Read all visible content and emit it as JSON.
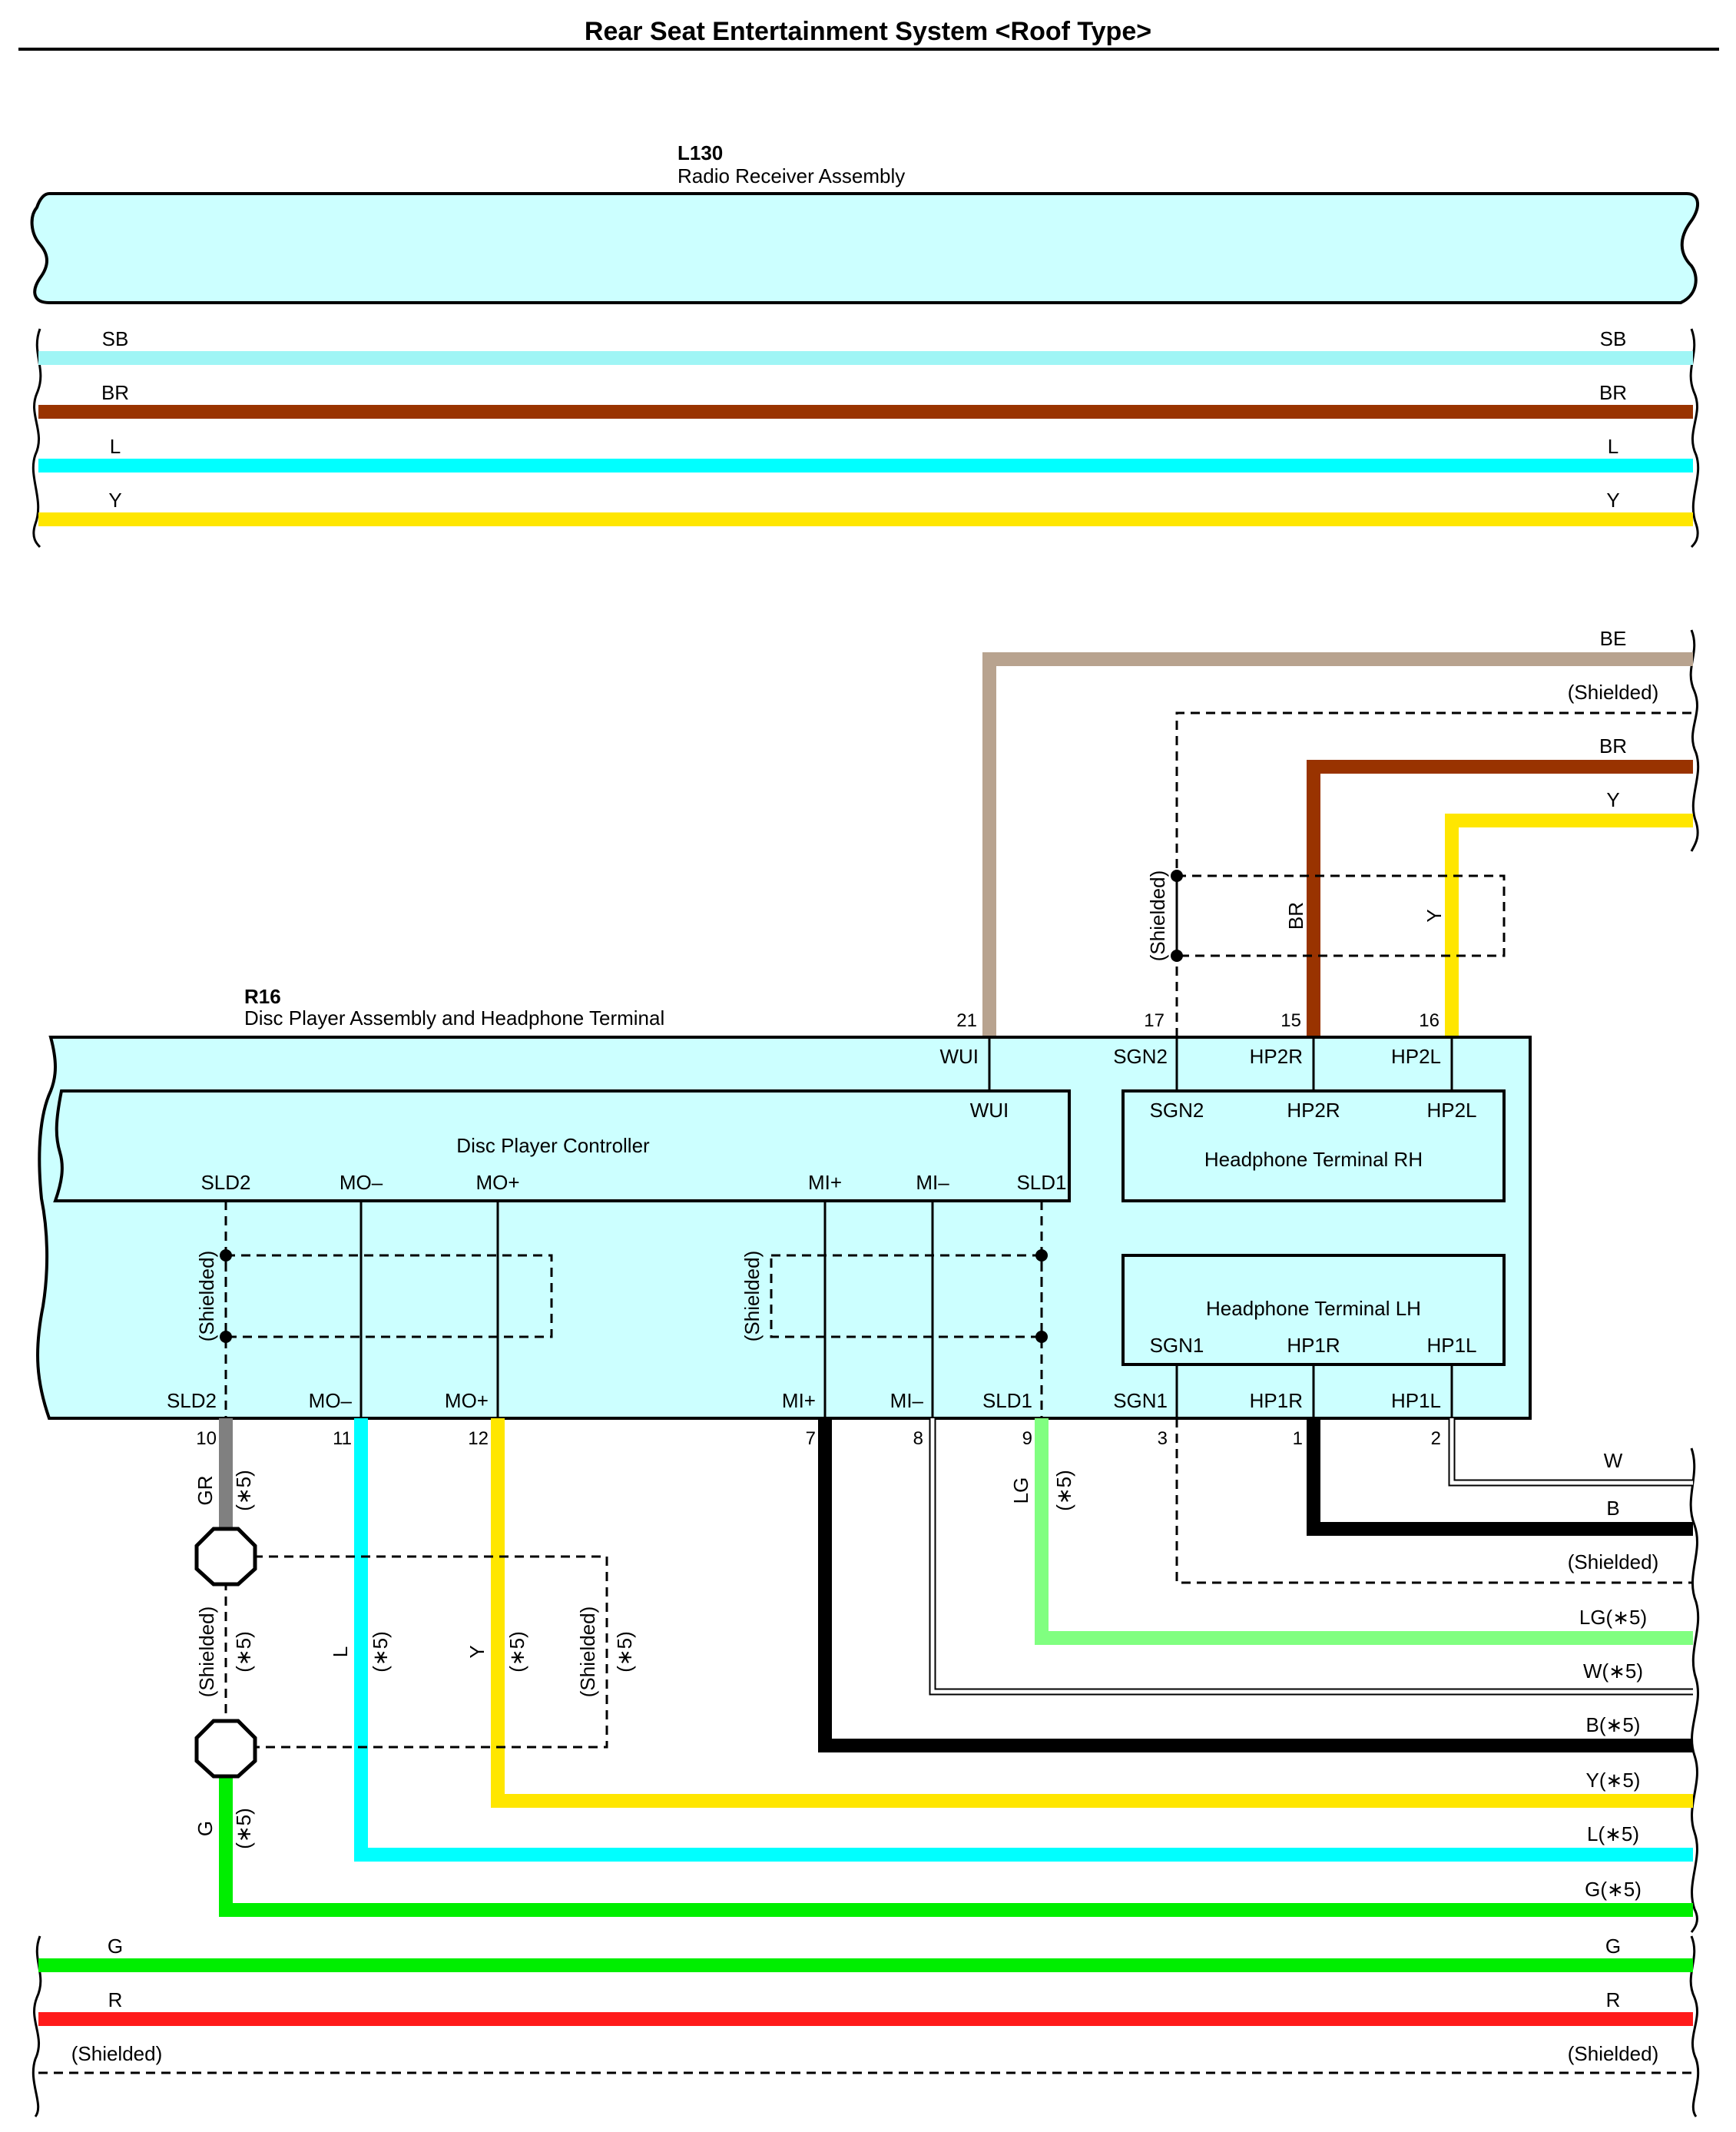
{
  "title": "Rear Seat Entertainment System <Roof Type>",
  "colors": {
    "SB": "#9ff5f5",
    "BR": "#993300",
    "L": "#00ffff",
    "Y": "#ffe600",
    "BE": "#b8a38f",
    "GR": "#808080",
    "LG": "#80ff80",
    "G": "#00ee00",
    "R": "#ff1a1a",
    "B": "#000000",
    "W": "#ffffff",
    "panel": "#ccffff"
  },
  "l130": {
    "code": "L130",
    "name": "Radio Receiver Assembly"
  },
  "top_wires": [
    {
      "color": "SB",
      "label": "SB"
    },
    {
      "color": "BR",
      "label": "BR"
    },
    {
      "color": "L",
      "label": "L"
    },
    {
      "color": "Y",
      "label": "Y"
    }
  ],
  "r16": {
    "code": "R16",
    "name": "Disc Player Assembly and Headphone Terminal"
  },
  "controller": {
    "name": "Disc Player Controller"
  },
  "hp_rh": {
    "name": "Headphone Terminal RH"
  },
  "hp_lh": {
    "name": "Headphone Terminal LH"
  },
  "terminals": {
    "wui": "WUI",
    "sgn2": "SGN2",
    "hp2r": "HP2R",
    "hp2l": "HP2L",
    "sld2": "SLD2",
    "mo_minus": "MO–",
    "mo_plus": "MO+",
    "mi_plus": "MI+",
    "mi_minus": "MI–",
    "sld1": "SLD1",
    "sgn1": "SGN1",
    "hp1r": "HP1R",
    "hp1l": "HP1L"
  },
  "pins": {
    "p21": "21",
    "p17": "17",
    "p15": "15",
    "p16": "16",
    "p10": "10",
    "p11": "11",
    "p12": "12",
    "p7": "7",
    "p8": "8",
    "p9": "9",
    "p3": "3",
    "p1": "1",
    "p2": "2"
  },
  "wire_labels": {
    "be": "BE",
    "shielded": "(Shielded)",
    "br": "BR",
    "y": "Y",
    "gr": "GR",
    "lg": "LG",
    "l": "L",
    "g": "G",
    "note": "(∗5)",
    "w": "W",
    "b": "B",
    "lg5": "LG(∗5)",
    "w5": "W(∗5)",
    "b5": "B(∗5)",
    "y5": "Y(∗5)",
    "l5": "L(∗5)",
    "g5": "G(∗5)"
  },
  "bottom_wires": [
    {
      "color": "G",
      "label": "G"
    },
    {
      "color": "R",
      "label": "R"
    },
    {
      "color": "shield",
      "label": "(Shielded)"
    }
  ]
}
